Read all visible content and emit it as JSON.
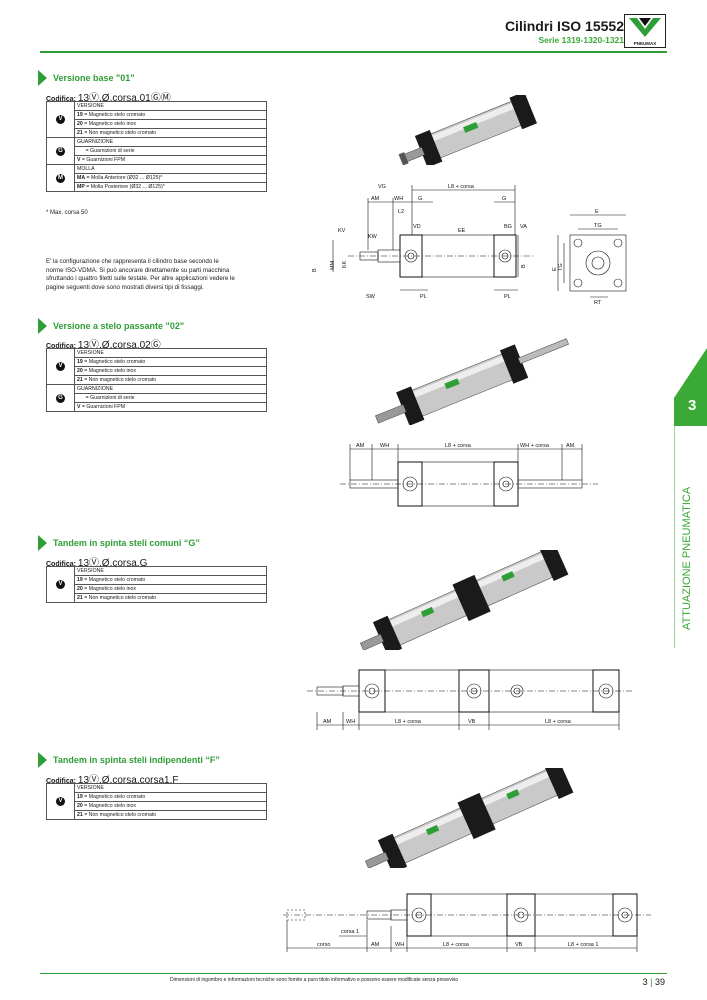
{
  "header": {
    "title": "Cilindri ISO 15552",
    "subtitle": "Serie 1319-1320-1321",
    "logo_text": "PNEUMAX"
  },
  "sections": [
    {
      "title": "Versione base \"01\"",
      "codifica_label": "Codifica:",
      "codifica_code": "13Ⓥ.Ø.corsa.01ⒼⓂ"
    },
    {
      "title": "Versione a stelo passante \"02\"",
      "codifica_label": "Codifica:",
      "codifica_code": "13Ⓥ.Ø.corsa.02Ⓖ"
    },
    {
      "title": "Tandem in spinta steli comuni “G”",
      "codifica_label": "Codifica:",
      "codifica_code": "13Ⓥ.Ø.corsa.G"
    },
    {
      "title": "Tandem in spinta steli indipendenti “F”",
      "codifica_label": "Codifica:",
      "codifica_code": "13Ⓥ.Ø.corsa.corsa1.F"
    }
  ],
  "tables": {
    "versione": {
      "key": "V",
      "heading": "VERSIONE",
      "rows": [
        {
          "code": "19",
          "text": " = Magnetico stelo cromato"
        },
        {
          "code": "20",
          "text": " = Magnetico stelo inox"
        },
        {
          "code": "21",
          "text": " = Non magnetico stelo cromato"
        }
      ]
    },
    "guarnizione": {
      "key": "G",
      "heading": "GUARNIZIONE",
      "rows": [
        {
          "code": "",
          "text": "      = Guarnizioni di serie"
        },
        {
          "code": "V",
          "text": " = Guarnizioni FPM"
        }
      ]
    },
    "molla": {
      "key": "M",
      "heading": "MOLLA",
      "rows": [
        {
          "code": "MA",
          "text": " = Molla Anteriore (Ø32 ... Ø125)*"
        },
        {
          "code": "MP",
          "text": " = Molla Posteriore (Ø32 ... Ø125)*"
        }
      ]
    }
  },
  "note": "* Max. corsa 50",
  "body_text": "E' la configurazione che rappresenta il cilindro base secondo le norme ISO-VDMA. Si può ancorare direttamente su parti macchina sfruttando i quattro filetti sulle testate. Per altre applicazioni vedere le pagine seguenti dove sono mostrati diversi tipi di fissaggi.",
  "dims": {
    "d1": [
      "VG",
      "L8 + corsa",
      "AM",
      "WH",
      "G",
      "G",
      "L2",
      "KV",
      "KW",
      "VD",
      "EE",
      "BG",
      "VA",
      "B",
      "MM",
      "KK",
      "B",
      "SW",
      "PL",
      "PL",
      "E",
      "TG",
      "E",
      "TG",
      "RT"
    ],
    "d2": [
      "AM",
      "WH",
      "L8 + corsa",
      "WH + corsa",
      "AM"
    ],
    "d3": [
      "AM",
      "WH",
      "L8 + corsa",
      "VB",
      "L8 + corsa"
    ],
    "d4": [
      "corsa 1",
      "corso",
      "AM",
      "WH",
      "L8 + corsa",
      "VB",
      "L8 + corsa 1"
    ]
  },
  "side_tab": {
    "number": "3",
    "label": "ATTUAZIONE PNEUMATICA",
    "color": "#3aa935"
  },
  "footer": {
    "note": "Dimensioni di ingombro e informazioni tecniche sono fornite a puro titolo informativo e possono essere modificate senza preavviso",
    "chapter": "3",
    "page": "39"
  },
  "colors": {
    "accent": "#2f9e36"
  }
}
